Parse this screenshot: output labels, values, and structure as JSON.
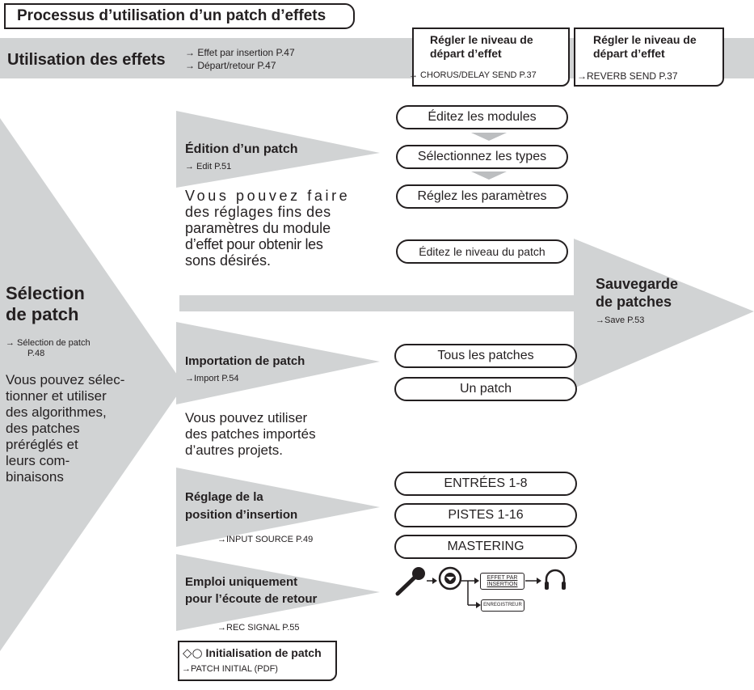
{
  "title": "Processus d’utilisation d’un patch d’effets",
  "effects_section": {
    "heading": "Utilisation des effets",
    "ref_insertion": "→ Effet par insertion P.47",
    "ref_send": "→ Départ/retour P.47",
    "chorus_box": {
      "title_l1": "Régler le niveau de",
      "title_l2": "départ d’effet",
      "ref": "→ CHORUS/DELAY SEND P.37"
    },
    "reverb_box": {
      "title_l1": "Régler le niveau de",
      "title_l2": "départ d’effet",
      "ref": "→REVERB SEND P.37"
    }
  },
  "patch_selection": {
    "heading_l1": "Sélection",
    "heading_l2": "de patch",
    "ref_l1": "→  Sélection de patch",
    "ref_l2": "P.48",
    "desc": [
      "Vous pouvez sélec-",
      "tionner et utiliser",
      "des algorithmes,",
      "des patches",
      "préréglés et",
      "leurs com-",
      "binaisons"
    ]
  },
  "edit_patch": {
    "heading": "Édition d’un patch",
    "ref": "→ Edit P.51",
    "desc": [
      "Vous pouvez faire",
      "des réglages fins des",
      "paramètres du module",
      "d’effet pour obtenir les",
      "sons désirés."
    ],
    "steps": [
      "Éditez les modules",
      "Sélectionnez les types",
      "Réglez les paramètres"
    ],
    "level_step": "Éditez le niveau du patch"
  },
  "save_patch": {
    "heading_l1": "Sauvegarde",
    "heading_l2": "de patches",
    "ref": "→Save P.53"
  },
  "import_patch": {
    "heading": "Importation de patch",
    "ref": "→Import P.54",
    "desc": [
      "Vous pouvez utiliser",
      "des patches importés",
      "d’autres projets."
    ],
    "options": [
      "Tous les patches",
      "Un patch"
    ]
  },
  "insert_position": {
    "heading_l1": "Réglage de la",
    "heading_l2": "position d’insertion",
    "ref": "→INPUT SOURCE P.49",
    "options": [
      "ENTRÉES 1-8",
      "PISTES 1-16",
      "MASTERING"
    ]
  },
  "monitor_only": {
    "heading_l1": "Emploi uniquement",
    "heading_l2": "pour l’écoute de retour",
    "ref": "→REC SIGNAL P.55",
    "effect_label_l1": "EFFET PAR",
    "effect_label_l2": "INSERTION",
    "recorder_label": "ENREGISTREUR"
  },
  "init_patch": {
    "heading": "Initialisation de patch",
    "symbols": "◇○",
    "ref": "→PATCH INITIAL (PDF)"
  },
  "colors": {
    "gray": "#d1d3d4",
    "ink": "#231f20",
    "arrow_small": "#bcbec0"
  }
}
